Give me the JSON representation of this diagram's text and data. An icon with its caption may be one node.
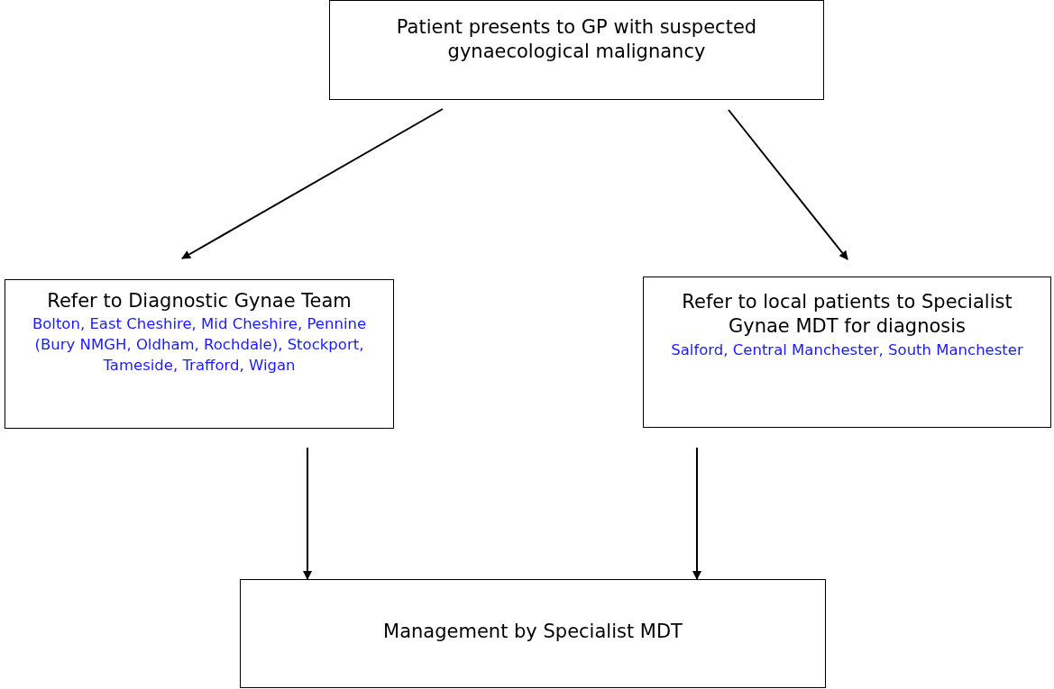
{
  "diagram": {
    "nodes": [
      {
        "text": [
          "Patient presents to GP with suspected gynaecological malignancy"
        ]
      },
      {
        "text": [
          "Refer to Diagnostic Gynae Team",
          "Bolton, East Cheshire, Mid Cheshire, Pennine (Bury NMGH, Oldham, Rochdale), Stockport, Tameside, Trafford, Wigan"
        ]
      },
      {
        "text": [
          "Refer to local patients to Specialist Gynae MDT for diagnosis",
          "Salford, Central Manchester, South Manchester"
        ]
      },
      {
        "text": [
          "Management by Specialist MDT"
        ]
      }
    ],
    "edges": [
      {
        "from": 0,
        "to": 1,
        "arrow": "to"
      },
      {
        "from": 0,
        "to": 2,
        "arrow": "to"
      },
      {
        "from": 1,
        "to": 3,
        "arrow": "to"
      },
      {
        "from": 2,
        "to": 3,
        "arrow": "to"
      }
    ]
  }
}
